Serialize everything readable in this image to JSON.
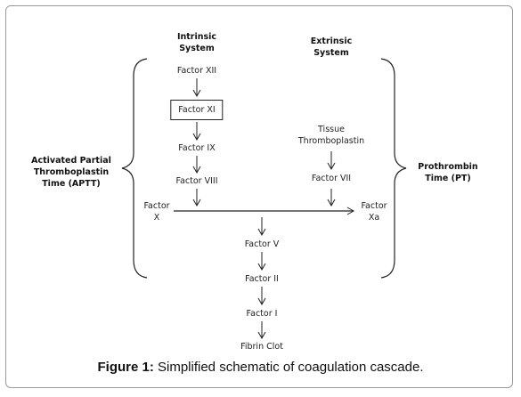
{
  "headers": {
    "intrinsic": [
      "Intrinsic",
      "System"
    ],
    "extrinsic": [
      "Extrinsic",
      "System"
    ]
  },
  "side_labels": {
    "left": [
      "Activated Partial",
      "Thromboplastin",
      "Time (APTT)"
    ],
    "right": [
      "Prothrombin",
      "Time (PT)"
    ]
  },
  "nodes": {
    "factor_xii": "Factor XII",
    "factor_xi": "Factor XI",
    "factor_ix": "Factor IX",
    "factor_viii": "Factor VIII",
    "tissue_thromboplastin": [
      "Tissue",
      "Thromboplastin"
    ],
    "factor_vii": "Factor VII",
    "factor_x": [
      "Factor",
      "X"
    ],
    "factor_xa": [
      "Factor",
      "Xa"
    ],
    "factor_v": "Factor V",
    "factor_ii": "Factor II",
    "factor_i": "Factor I",
    "fibrin_clot": "Fibrin Clot"
  },
  "caption": {
    "label": "Figure 1:",
    "text": " Simplified schematic of coagulation cascade."
  },
  "colors": {
    "line": "#222222",
    "frame": "#9a9a9a"
  }
}
